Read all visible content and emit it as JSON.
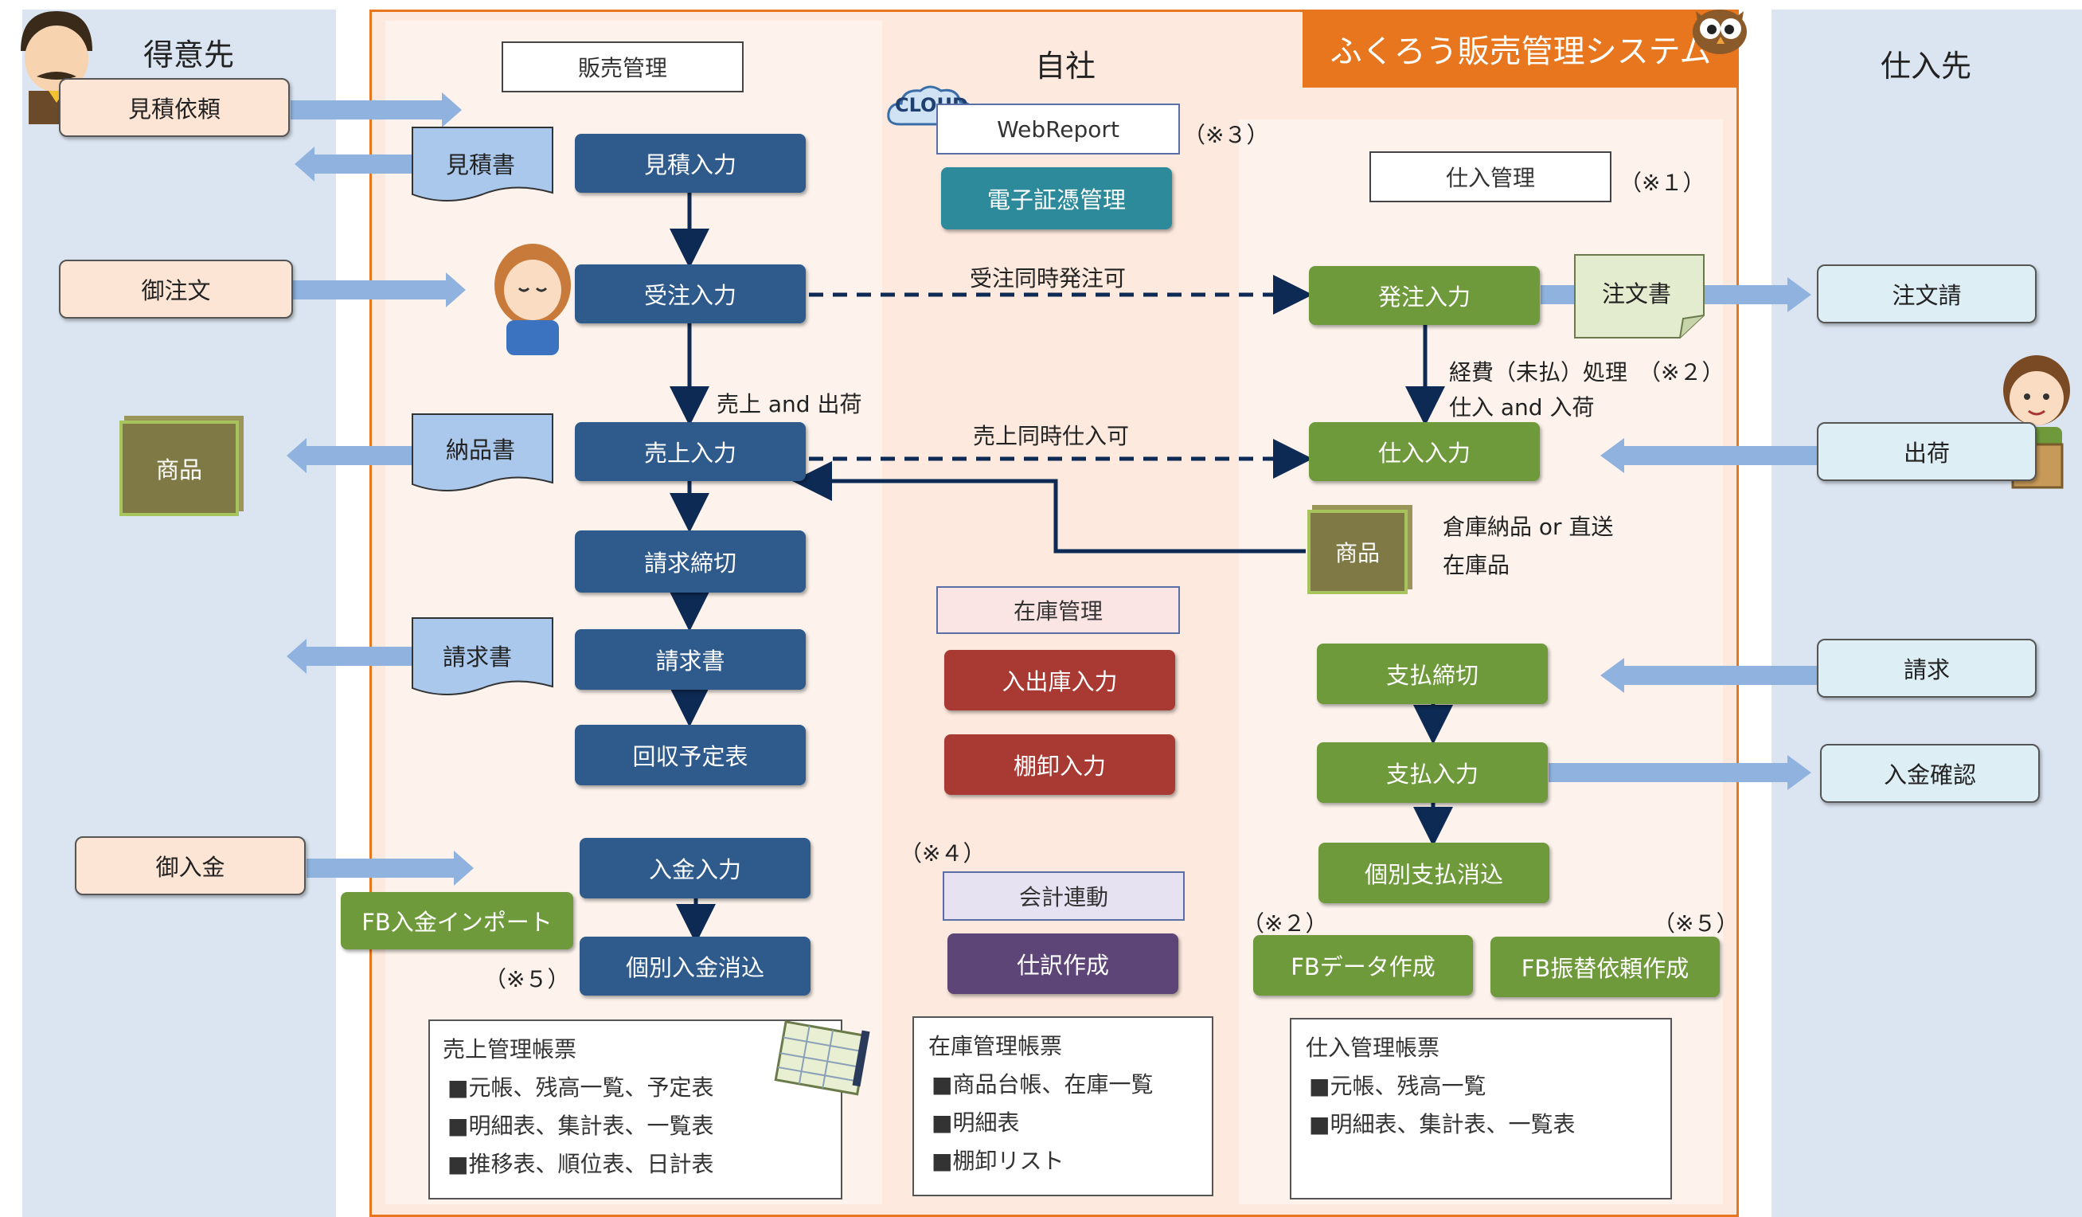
{
  "lanes": {
    "customer": "得意先",
    "company": "自社",
    "supplier": "仕入先",
    "system_title": "ふくろう販売管理システム"
  },
  "colors": {
    "orange_accent": "#e8761e",
    "navy": "#2f5a8c",
    "green": "#6f9a3c",
    "red": "#a93a33",
    "purple": "#5d4677",
    "teal": "#2d8a9a",
    "lane_blue": "#dbe5f1",
    "lane_peach": "#fde9dd"
  },
  "customer": {
    "estimate_request": "見積依頼",
    "order": "御注文",
    "goods": "商品",
    "payment": "御入金"
  },
  "sales": {
    "header": "販売管理",
    "doc_estimate": "見積書",
    "doc_delivery": "納品書",
    "doc_invoice": "請求書",
    "estimate_entry": "見積入力",
    "order_entry": "受注入力",
    "sales_entry": "売上入力",
    "billing_close": "請求締切",
    "invoice": "請求書",
    "collection_plan": "回収予定表",
    "payment_entry": "入金入力",
    "payment_clear": "個別入金消込",
    "fb_import": "FB入金インポート",
    "note5": "（※５）",
    "sales_and_ship": "売上 and 出荷"
  },
  "company": {
    "cloud_label": "CLOUD",
    "webreport": "WebReport",
    "note3": "（※３）",
    "evidence": "電子証憑管理",
    "inventory_header": "在庫管理",
    "stock_io": "入出庫入力",
    "stocktake": "棚卸入力",
    "note4": "（※４）",
    "accounting_header": "会計連動",
    "journal": "仕訳作成",
    "order_with_po": "受注同時発注可",
    "sales_with_purchase": "売上同時仕入可"
  },
  "purchase": {
    "header": "仕入管理",
    "note1": "（※１）",
    "po_entry": "発注入力",
    "doc_po": "注文書",
    "expense": "経費（未払）処理　（※２）",
    "purchase_and_receive": "仕入 and 入荷",
    "purchase_entry": "仕入入力",
    "goods": "商品",
    "warehouse_or_direct": "倉庫納品 or 直送",
    "stock_item": "在庫品",
    "payment_close": "支払締切",
    "payment_entry": "支払入力",
    "payment_clear": "個別支払消込",
    "note2": "（※２）",
    "note5": "（※５）",
    "fb_data": "FBデータ作成",
    "fb_transfer": "FB振替依頼作成"
  },
  "supplier": {
    "order_ack": "注文請",
    "shipment": "出荷",
    "billing": "請求",
    "payment_confirm": "入金確認"
  },
  "reports": {
    "sales": {
      "title": "売上管理帳票",
      "items": [
        "■元帳、残高一覧、予定表",
        "■明細表、集計表、一覧表",
        "■推移表、順位表、日計表"
      ]
    },
    "inventory": {
      "title": "在庫管理帳票",
      "items": [
        "■商品台帳、在庫一覧",
        "■明細表",
        "■棚卸リスト"
      ]
    },
    "purchase": {
      "title": "仕入管理帳票",
      "items": [
        "■元帳、残高一覧",
        "■明細表、集計表、一覧表"
      ]
    }
  },
  "icons": [
    "businessman-icon",
    "receptionist-icon",
    "delivery-person-icon",
    "owl-logo-icon",
    "notebook-pen-icon",
    "cloud-icon",
    "box-icon"
  ]
}
